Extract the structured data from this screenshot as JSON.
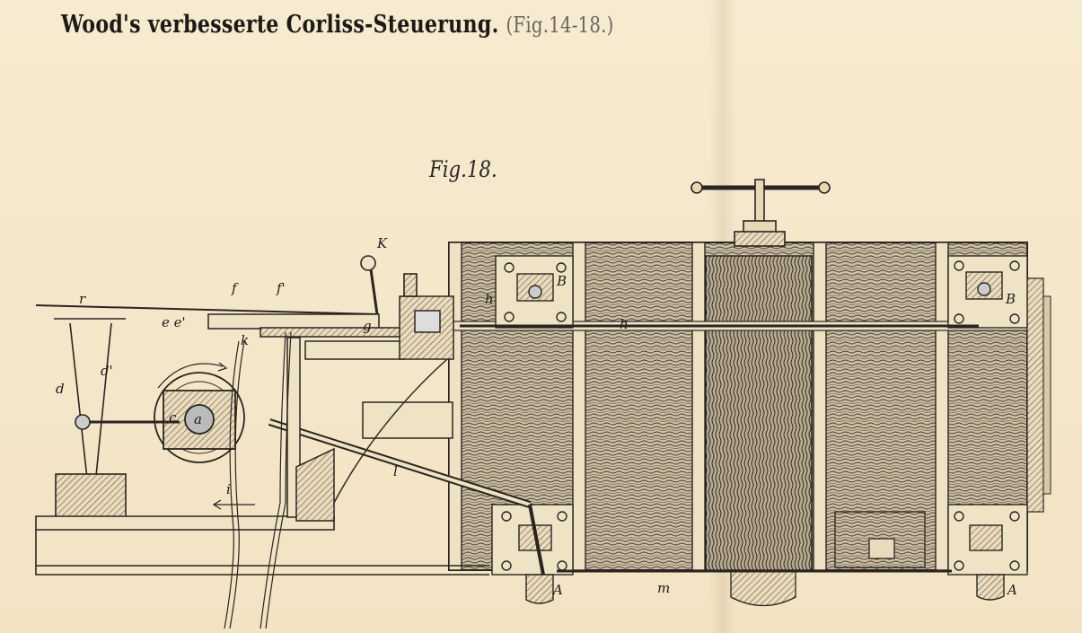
{
  "header": {
    "title": "Wood's verbesserte Corliss-Steuerung.",
    "subtitle": "(Fig.14-18.)"
  },
  "figure": {
    "label": "Fig.18."
  },
  "labels": {
    "r": "r",
    "f1": "f",
    "f2": "f'",
    "k_top": "K",
    "e": "e e'",
    "k_left": "k",
    "g": "g",
    "d1": "d",
    "d2": "d'",
    "c": "c",
    "a": "a",
    "i": "i",
    "l": "l",
    "h_left": "h",
    "B_left": "B",
    "h_mid": "h",
    "B_right": "B",
    "A_left": "A",
    "m": "m",
    "A_right": "A"
  },
  "colors": {
    "ink": "#2a2520",
    "paper": "#f3e6c8",
    "hatch": "#4a423a"
  }
}
